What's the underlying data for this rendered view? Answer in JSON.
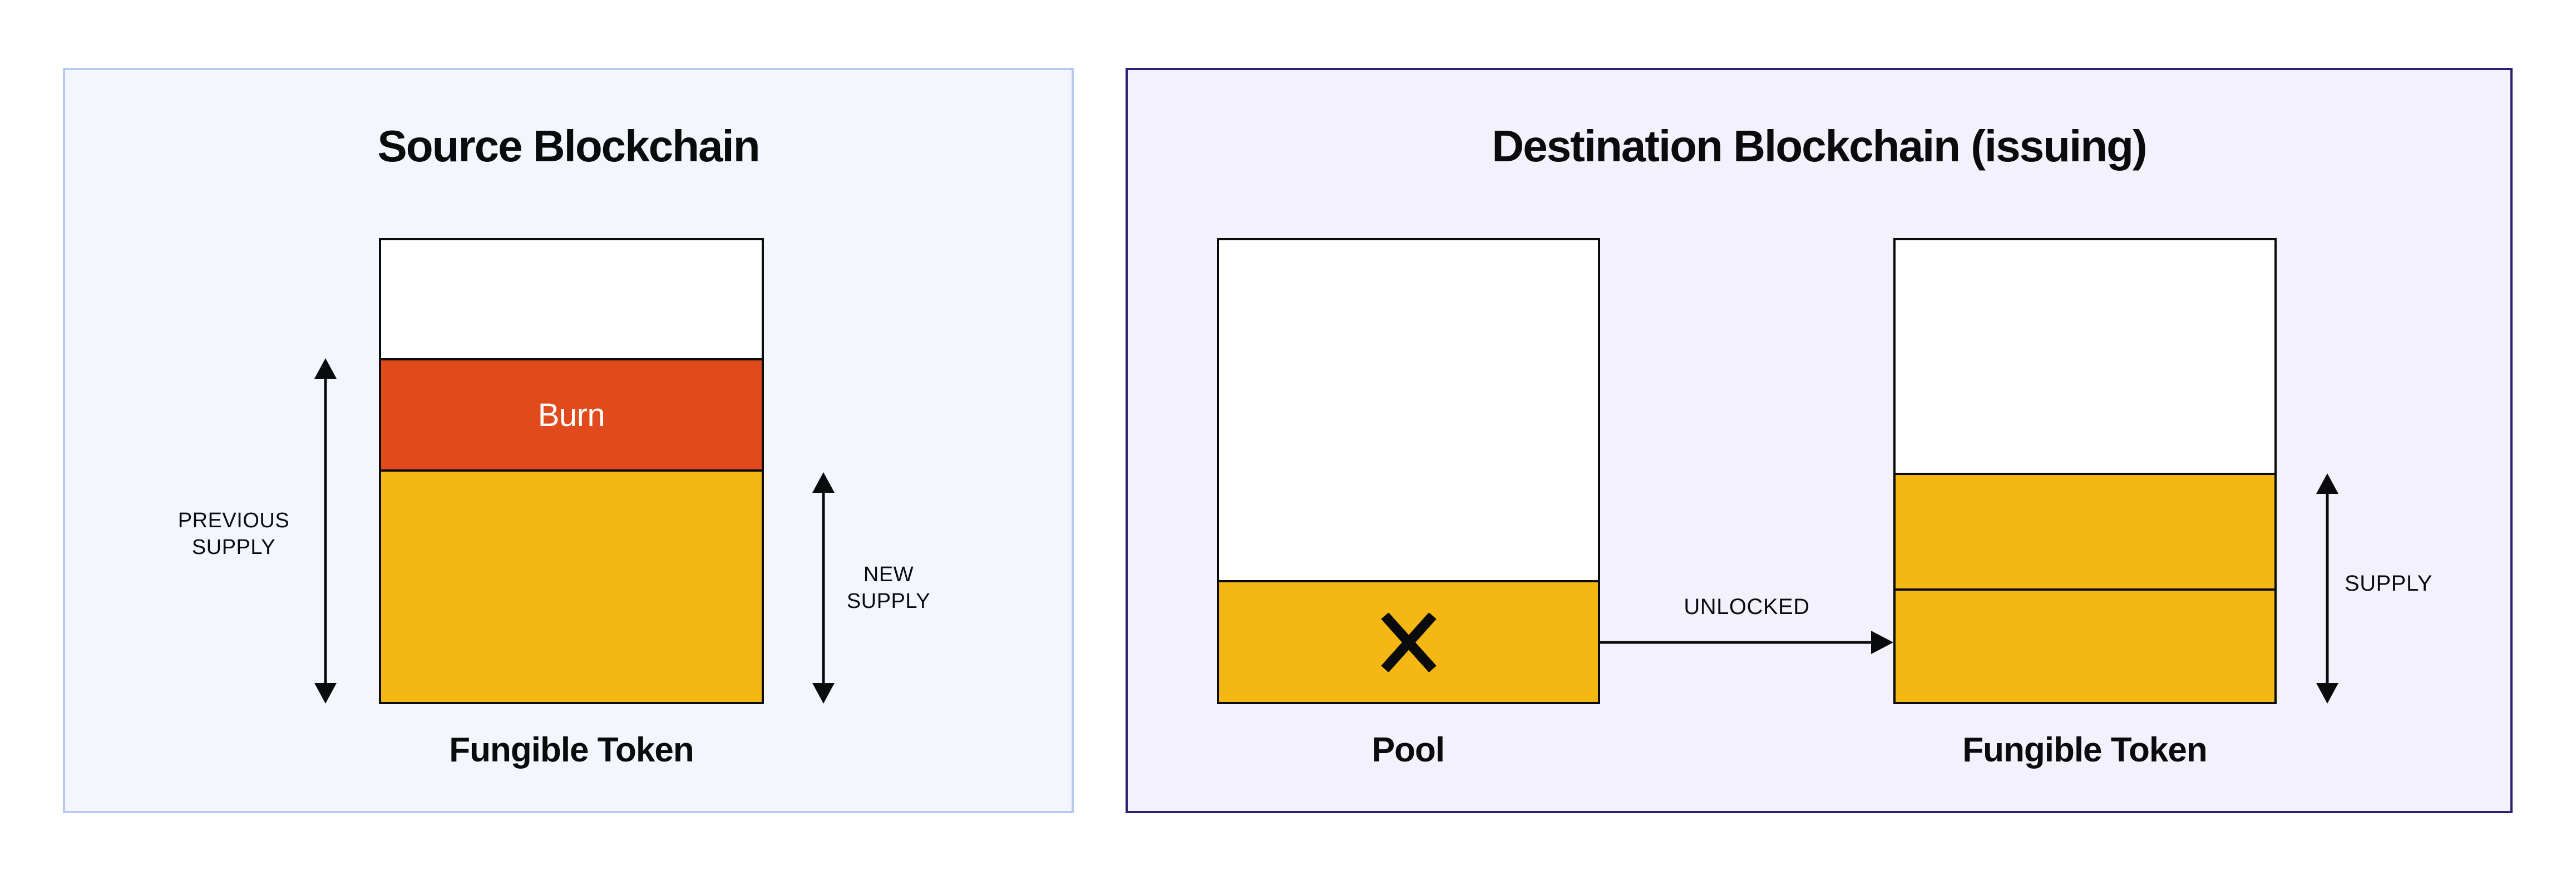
{
  "colors": {
    "page_bg": "#ffffff",
    "ink": "#0a0b0d",
    "source_bg": "#f3f6fd",
    "source_border": "#b7c8f4",
    "dest_bg": "#f3f1fb",
    "dest_border": "#31206f",
    "burn_orange": "#e04a1c",
    "token_yellow": "#f5b713",
    "bar_white": "#ffffff",
    "burn_text": "#ffffff"
  },
  "source_panel": {
    "title": "Source Blockchain",
    "burn_label": "Burn",
    "previous_supply_line1": "PREVIOUS",
    "previous_supply_line2": "SUPPLY",
    "new_supply_line1": "NEW",
    "new_supply_line2": "SUPPLY",
    "bar_label": "Fungible Token"
  },
  "destination_panel": {
    "title": "Destination Blockchain (issuing)",
    "pool_label": "Pool",
    "unlocked_label": "UNLOCKED",
    "supply_label": "SUPPLY",
    "bar_label": "Fungible Token"
  }
}
